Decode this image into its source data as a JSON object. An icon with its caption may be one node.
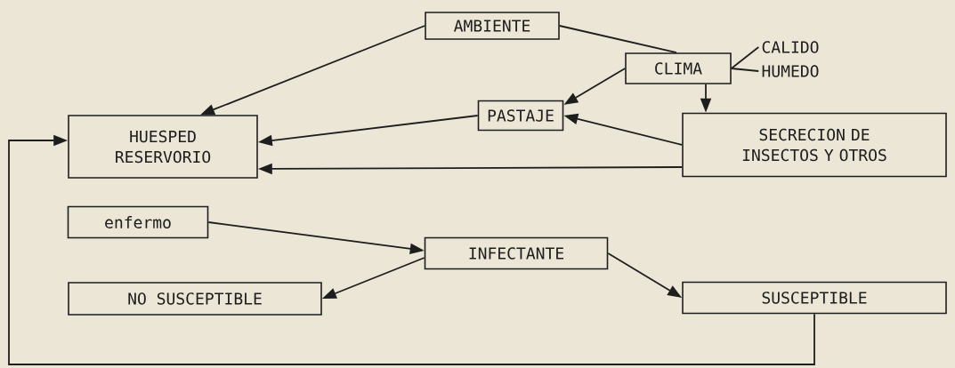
{
  "diagram": {
    "nodes": [
      {
        "text": [
          "AMBIENTE"
        ]
      },
      {
        "text": [
          "CLIMA"
        ]
      },
      {
        "text": [
          "PASTAJE"
        ]
      },
      {
        "text": [
          "HUESPED RESERVORIO"
        ]
      },
      {
        "text": [
          "SECRECION DE INSECTOS Y OTROS"
        ]
      },
      {
        "text": [
          "enfermo"
        ]
      },
      {
        "text": [
          "INFECTANTE"
        ]
      },
      {
        "text": [
          "NO SUSCEPTIBLE"
        ]
      },
      {
        "text": [
          "SUSCEPTIBLE"
        ]
      },
      {
        "text": [
          "CALIDO"
        ]
      },
      {
        "text": [
          "HUMEDO"
        ]
      }
    ],
    "edges": [
      {
        "from": 0,
        "to": 3,
        "arrow": "to"
      },
      {
        "from": 0,
        "to": 1,
        "arrow": "none"
      },
      {
        "from": 1,
        "to": 2,
        "arrow": "to"
      },
      {
        "from": 1,
        "to": 4,
        "arrow": "to"
      },
      {
        "from": 4,
        "to": 2,
        "arrow": "to"
      },
      {
        "from": 2,
        "to": 3,
        "arrow": "to"
      },
      {
        "from": 4,
        "to": 3,
        "arrow": "to"
      },
      {
        "from": 5,
        "to": 6,
        "arrow": "to"
      },
      {
        "from": 6,
        "to": 7,
        "arrow": "to"
      },
      {
        "from": 6,
        "to": 8,
        "arrow": "to"
      },
      {
        "from": 8,
        "to": 3,
        "arrow": "to"
      },
      {
        "from": 1,
        "to": 9,
        "arrow": "none"
      },
      {
        "from": 1,
        "to": 10,
        "arrow": "none"
      }
    ]
  }
}
